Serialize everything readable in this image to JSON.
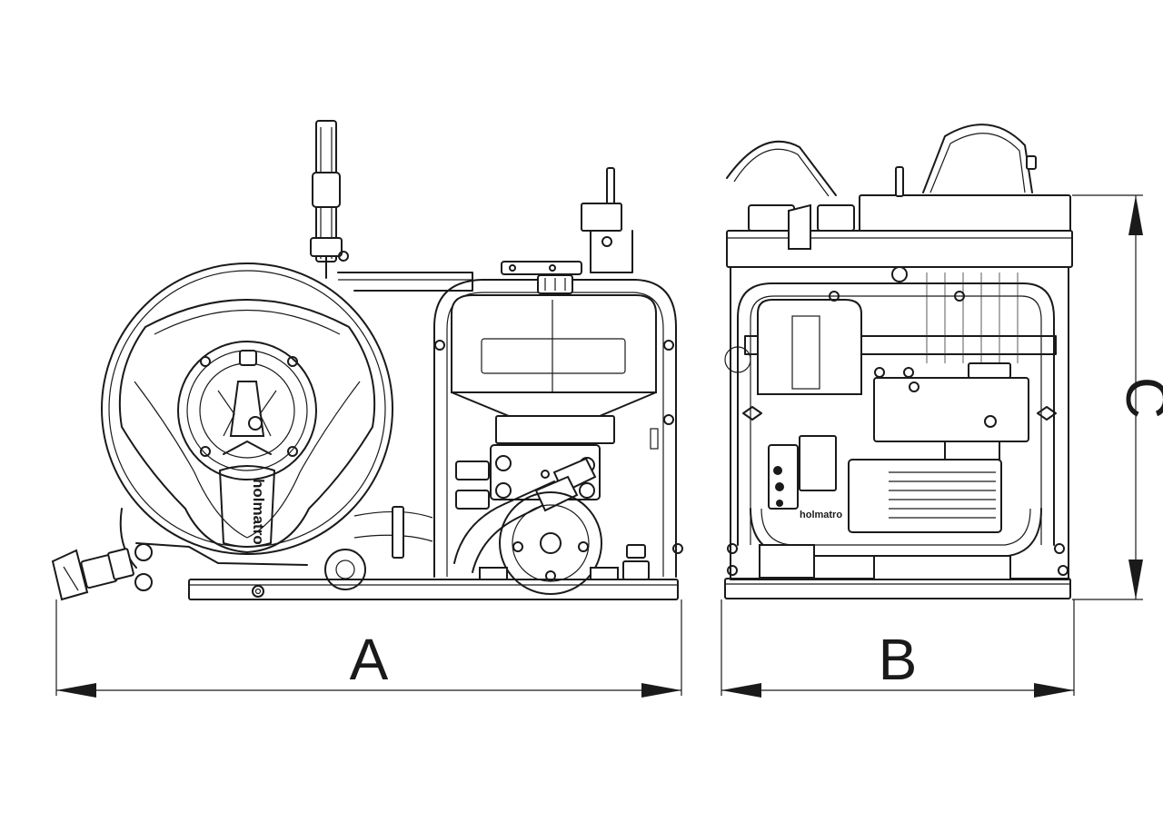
{
  "dimensions": {
    "length_label": "A",
    "width_label": "B",
    "height_label": "C"
  },
  "branding": {
    "reel_logo": "holmatro",
    "motor_logo": "holmatro"
  },
  "colors": {
    "line": "#1a1a1a",
    "background": "#ffffff"
  }
}
